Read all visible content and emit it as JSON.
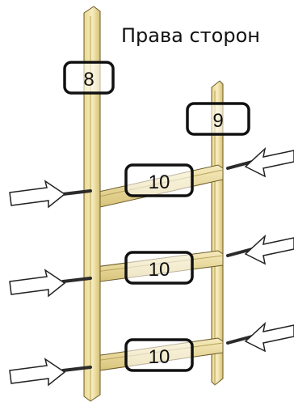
{
  "title": "Права сторон",
  "labels": {
    "part_left_post": "8",
    "part_right_post": "9",
    "part_rung_top": "10",
    "part_rung_middle": "10",
    "part_rung_bottom": "10"
  },
  "colors": {
    "wood": "#f3e6a8",
    "wood_shade": "#d8c477",
    "wood_edge": "#6b5a2a",
    "label_border": "#111111",
    "screw": "#2b2b2b"
  }
}
